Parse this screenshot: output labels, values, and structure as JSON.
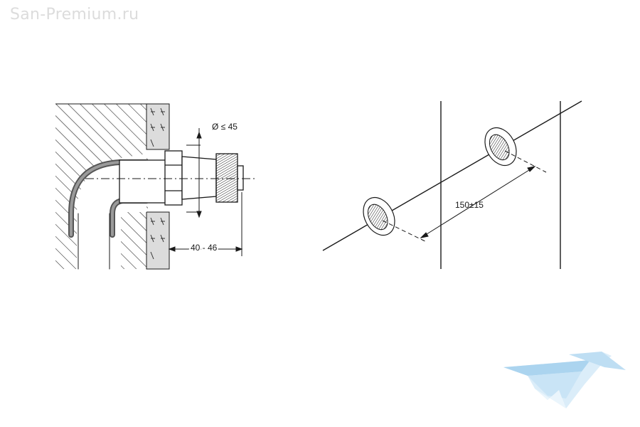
{
  "watermark": {
    "text": "San-Premium.ru"
  },
  "left_diagram": {
    "diameter_label": "Ø ≤ 45",
    "depth_label": "40 - 46"
  },
  "right_diagram": {
    "spacing_label": "150±15"
  },
  "logo": {
    "icon": "bathtub-logo-icon"
  },
  "colors": {
    "line": "#1a1a1a",
    "wall_fill": "#dcdcdc",
    "pipe": "#666666",
    "logo_blue": "#8fc6ea",
    "watermark": "#dcdcdc"
  }
}
